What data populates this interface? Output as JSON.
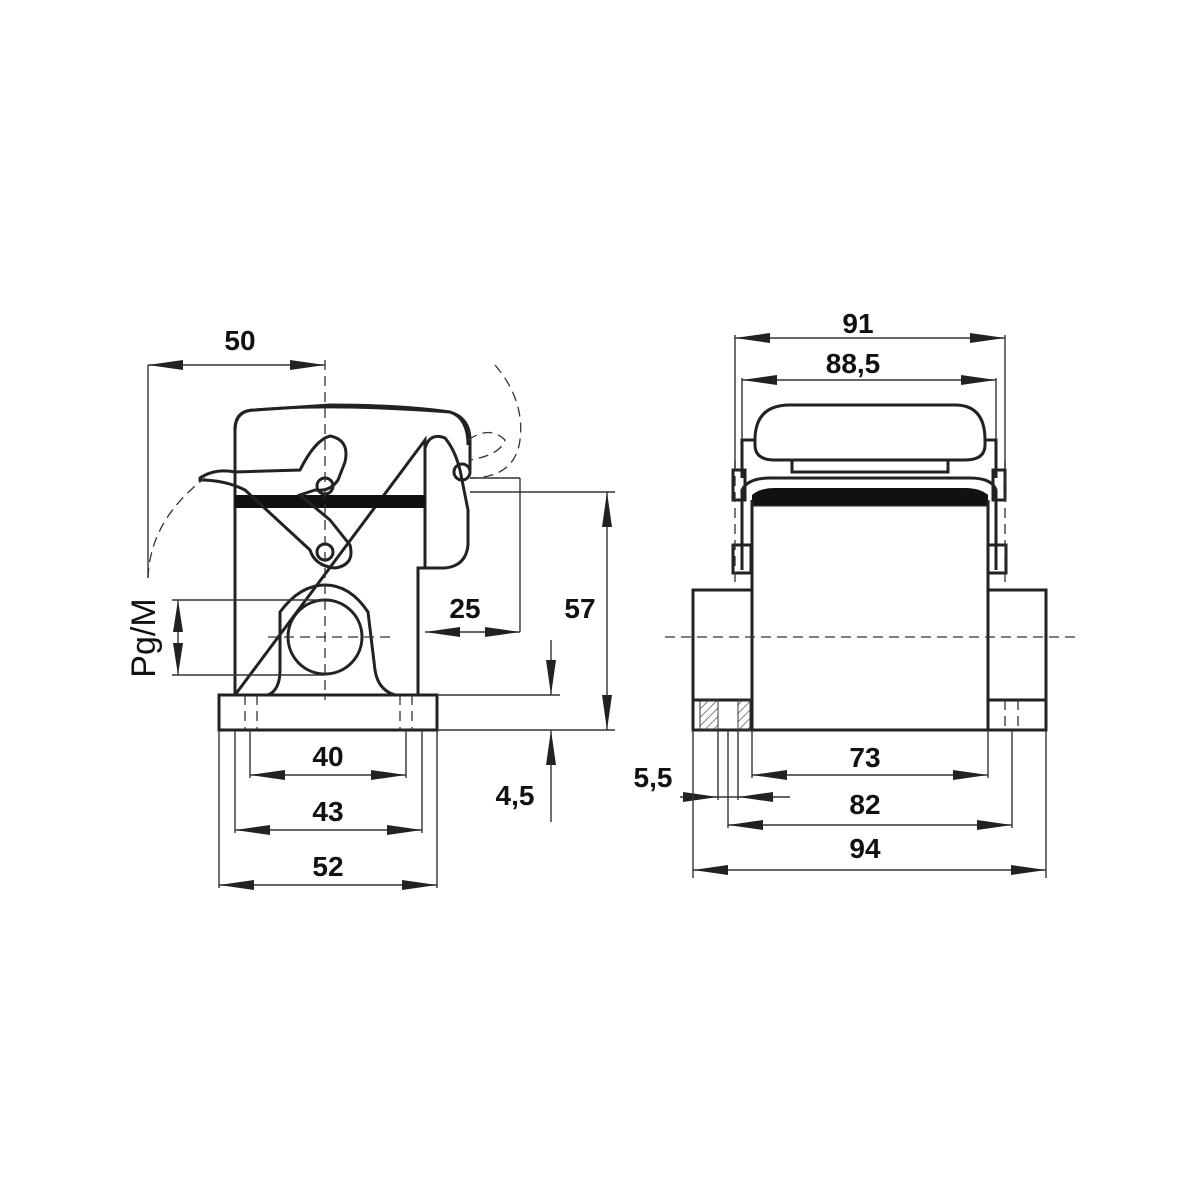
{
  "drawing": {
    "side_view": {
      "dimensions": {
        "overall_depth": "50",
        "lever_offset": "25",
        "height": "57",
        "gland_thread": "Pg/M",
        "hole_spacing": "40",
        "inner_base_width": "43",
        "base_width": "52",
        "flange_thickness": "4,5"
      }
    },
    "front_view": {
      "dimensions": {
        "top_width": "91",
        "cover_width": "88,5",
        "hole_diameter": "5,5",
        "inner_width": "73",
        "hole_pitch": "82",
        "overall_width": "94"
      }
    }
  }
}
